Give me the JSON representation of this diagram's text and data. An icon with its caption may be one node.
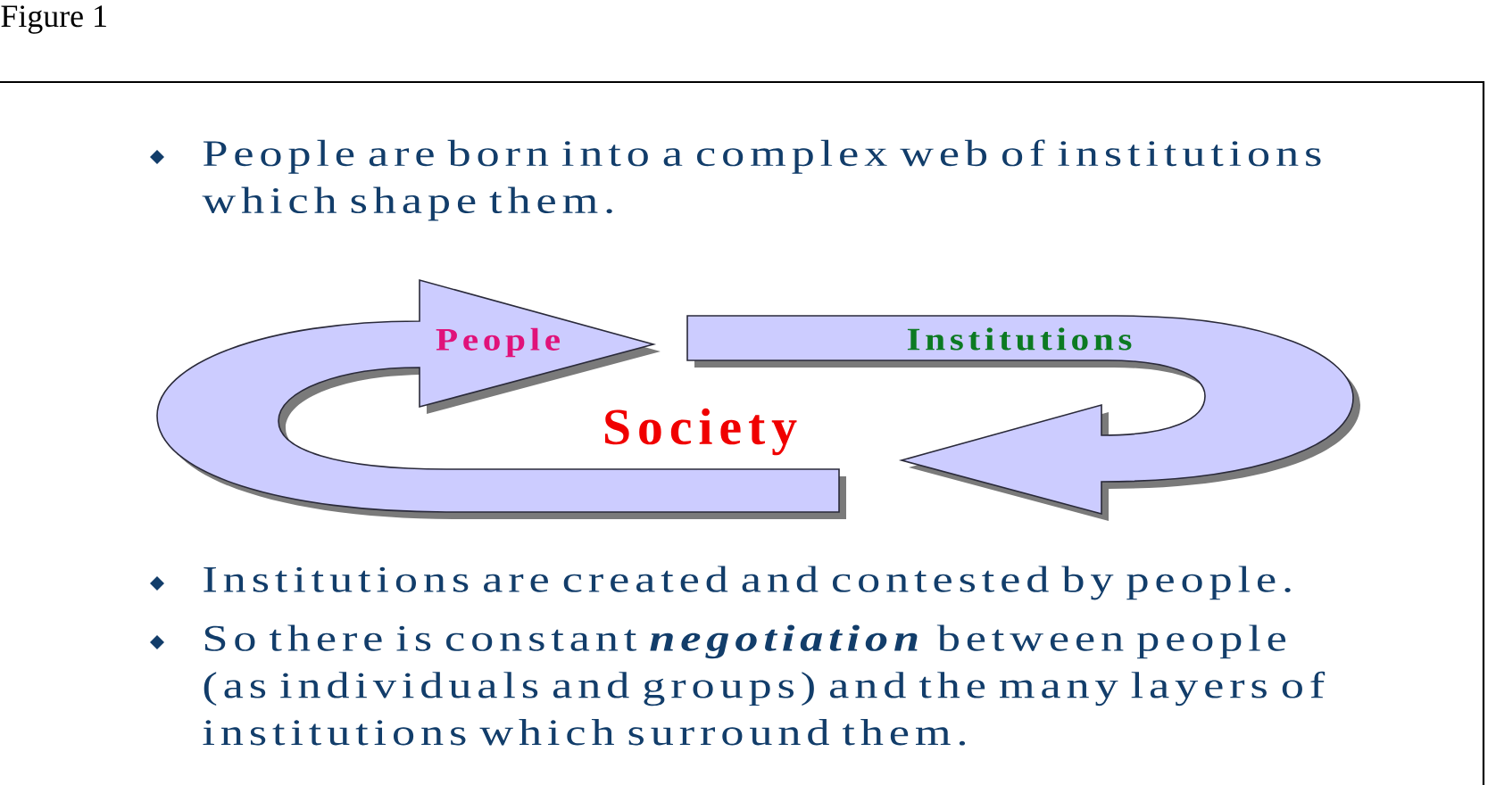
{
  "diagram": {
    "title": "Figure 1",
    "nodes": [
      {
        "text": [
          "People"
        ]
      },
      {
        "text": [
          "Institutions"
        ]
      }
    ],
    "labels": [
      "People are born into a complex web of institutions which shape them.",
      "Society",
      "Institutions are created and contested by people.",
      "So there is constant **negotiation** between people (as individuals and groups) and the many layers of institutions which surround them."
    ]
  }
}
